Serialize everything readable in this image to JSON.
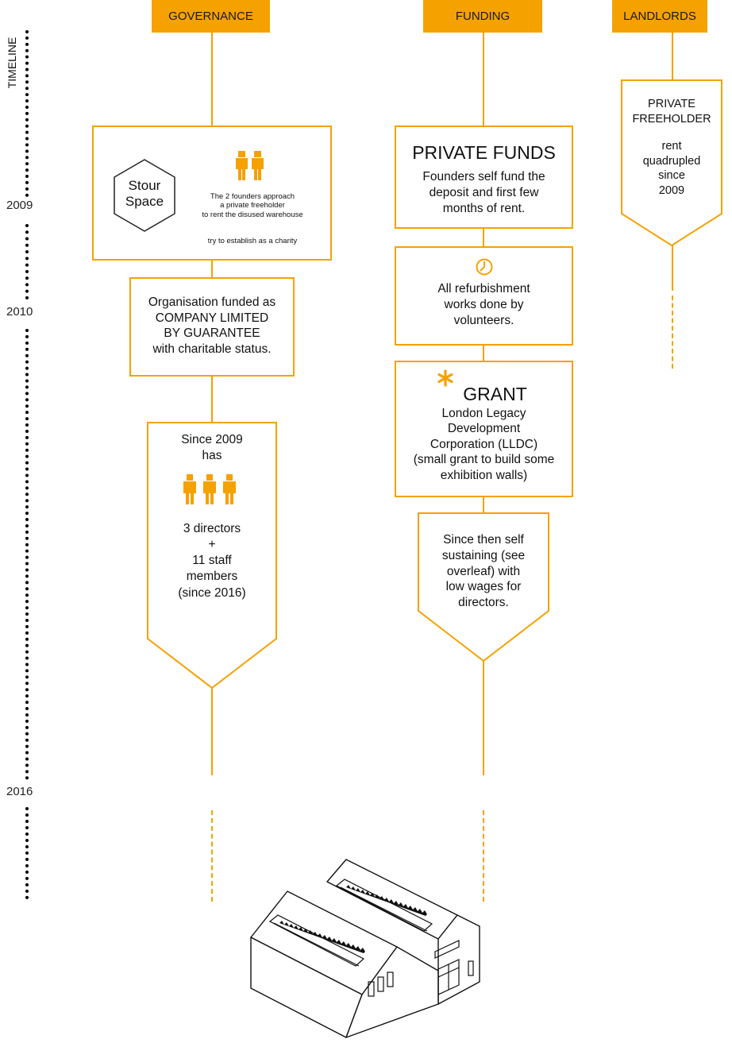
{
  "headers": {
    "governance": "GOVERNANCE",
    "funding": "FUNDING",
    "landlords": "LANDLORDS"
  },
  "timeline": {
    "label": "TIMELINE",
    "years": [
      "2009",
      "2010",
      "2016"
    ]
  },
  "governance": {
    "logo_line1": "Stour",
    "logo_line2": "Space",
    "founders_line1": "The 2 founders approach",
    "founders_line2": "a private freeholder",
    "founders_line3": "to rent the disused warehouse",
    "charity_note": "try to establish as a charity",
    "org_line1": "Organisation funded as",
    "org_line2": "COMPANY LIMITED",
    "org_line3": "BY GUARANTEE",
    "org_line4": "with charitable status.",
    "staff_line1": "Since 2009",
    "staff_line2": "has",
    "staff_line3": "3 directors",
    "staff_line4": "+",
    "staff_line5": "11 staff",
    "staff_line6": "members",
    "staff_line7": "(since 2016)"
  },
  "funding": {
    "private_title": "PRIVATE FUNDS",
    "private_line1": "Founders self fund the",
    "private_line2": "deposit and first few",
    "private_line3": "months of rent.",
    "refurb_line1": "All refurbishment",
    "refurb_line2": "works done by",
    "refurb_line3": "volunteers.",
    "grant_title": "GRANT",
    "grant_line1": "London Legacy",
    "grant_line2": "Development",
    "grant_line3": "Corporation (LLDC)",
    "grant_line4": "(small grant to build some",
    "grant_line5": "exhibition walls)",
    "sustain_line1": "Since then self",
    "sustain_line2": "sustaining (see",
    "sustain_line3": "overleaf) with",
    "sustain_line4": "low wages for",
    "sustain_line5": "directors."
  },
  "landlords": {
    "line1": "PRIVATE",
    "line2": "FREEHOLDER",
    "line3": "rent",
    "line4": "quadrupled",
    "line5": "since",
    "line6": "2009"
  },
  "colors": {
    "accent": "#f5a100",
    "text": "#111111",
    "timeline": "#000000"
  },
  "icons": [
    "people-icon",
    "clock-icon",
    "asterisk-icon",
    "hexagon-logo-icon",
    "warehouse-illustration"
  ]
}
